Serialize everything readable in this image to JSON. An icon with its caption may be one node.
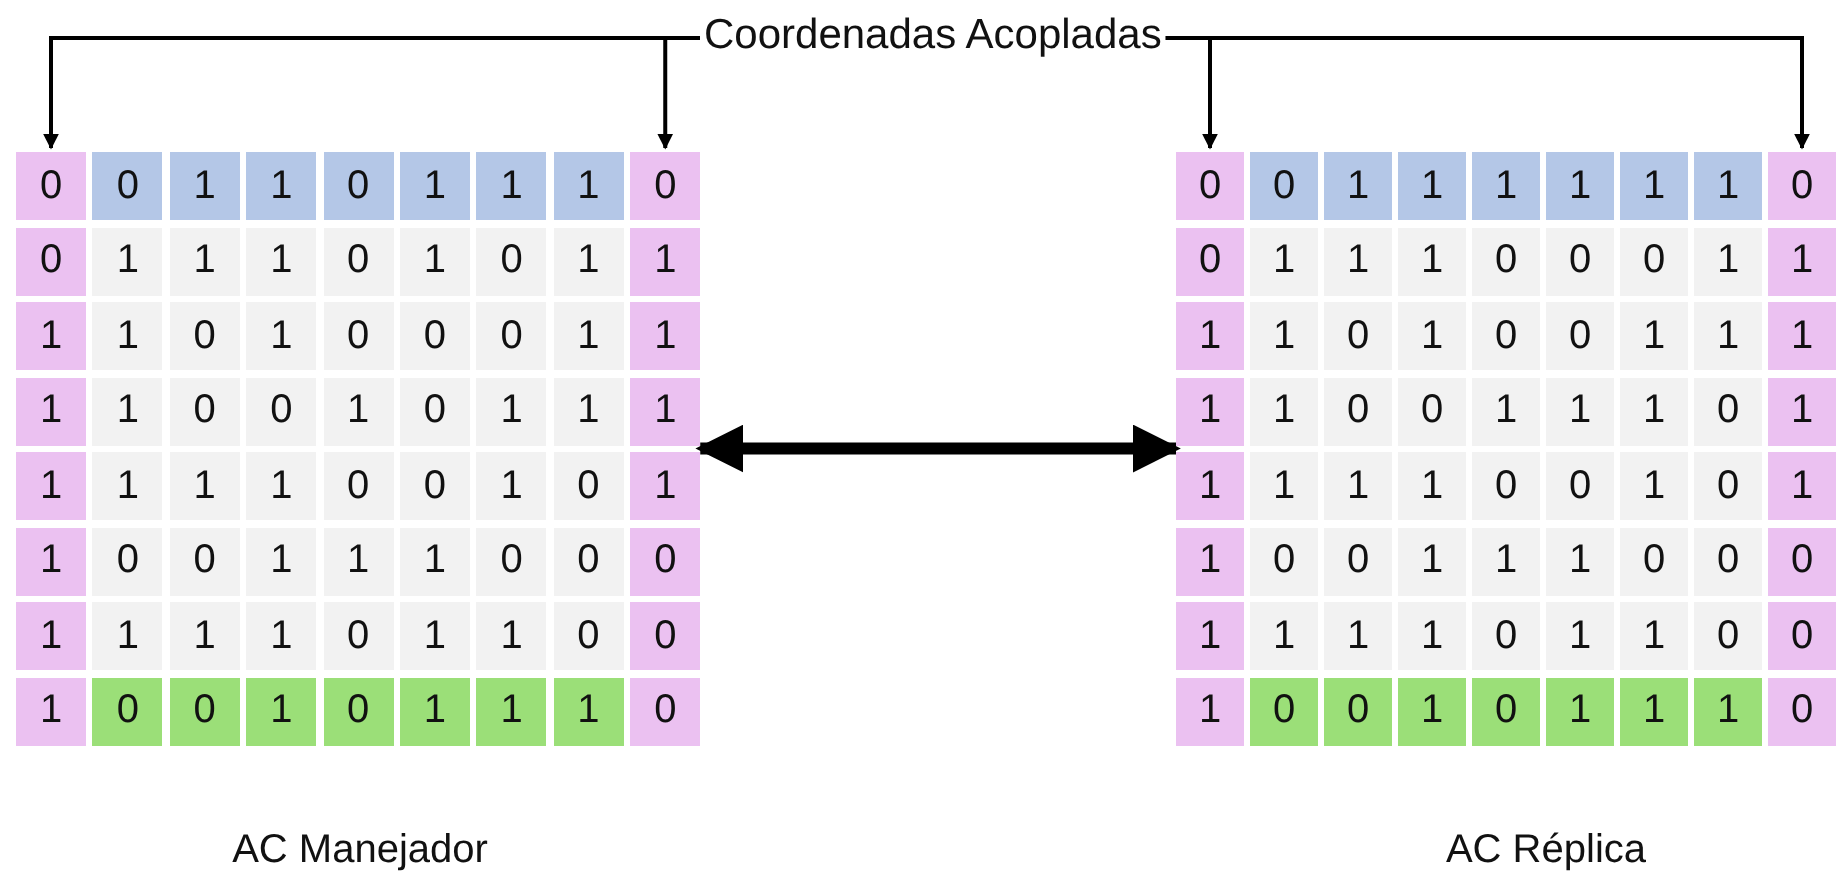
{
  "diagram": {
    "nodes": [
      {
        "text": [
          "Coordenadas Acopladas"
        ]
      },
      {
        "text": [],
        "shape": "bar"
      },
      {
        "text": [],
        "shape": "bar"
      },
      {
        "text": [],
        "shape": "bar"
      },
      {
        "text": [],
        "shape": "bar"
      }
    ],
    "edges": [
      {
        "from": 0,
        "to": 1,
        "arrow": "to"
      },
      {
        "from": 0,
        "to": 2,
        "arrow": "to"
      },
      {
        "from": 0,
        "to": 3,
        "arrow": "to"
      },
      {
        "from": 0,
        "to": 4,
        "arrow": "to"
      },
      {
        "from": 2,
        "to": 3,
        "arrow": "both",
        "style": "thick"
      }
    ],
    "labels": [
      "0",
      "0",
      "1",
      "1",
      "0",
      "1",
      "1",
      "1",
      "0",
      "0",
      "1",
      "1",
      "1",
      "0",
      "1",
      "0",
      "1",
      "1",
      "1",
      "1",
      "0",
      "1",
      "0",
      "0",
      "0",
      "1",
      "1",
      "1",
      "1",
      "0",
      "0",
      "1",
      "0",
      "1",
      "1",
      "1",
      "1",
      "1",
      "1",
      "1",
      "0",
      "0",
      "1",
      "0",
      "1",
      "1",
      "0",
      "0",
      "1",
      "1",
      "1",
      "0",
      "0",
      "0",
      "1",
      "1",
      "1",
      "1",
      "0",
      "1",
      "1",
      "0",
      "0",
      "1",
      "0",
      "0",
      "1",
      "0",
      "1",
      "1",
      "1",
      "0",
      "0",
      "0",
      "1",
      "1",
      "1",
      "1",
      "1",
      "1",
      "0",
      "0",
      "1",
      "1",
      "1",
      "0",
      "0",
      "0",
      "1",
      "1",
      "1",
      "1",
      "0",
      "1",
      "0",
      "0",
      "1",
      "1",
      "1",
      "1",
      "1",
      "0",
      "0",
      "1",
      "1",
      "1",
      "0",
      "1",
      "1",
      "1",
      "1",
      "1",
      "0",
      "0",
      "1",
      "0",
      "1",
      "1",
      "0",
      "0",
      "1",
      "1",
      "1",
      "0",
      "0",
      "0",
      "1",
      "1",
      "1",
      "1",
      "0",
      "1",
      "1",
      "0",
      "0",
      "1",
      "0",
      "0",
      "1",
      "0",
      "1",
      "1",
      "1",
      "0",
      "AC Manejador",
      "AC Réplica"
    ]
  }
}
